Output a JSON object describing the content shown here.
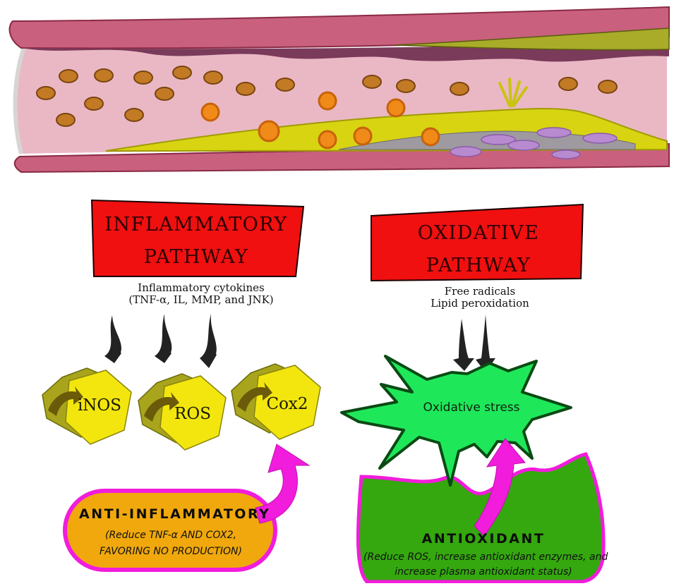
{
  "vessel": {
    "wall_color": "#c8607e",
    "lumen_color": "#eab8c4",
    "plaque_color": "#d8d412",
    "rbc_color": "#c27a24",
    "macrophage_color": "#f08a18",
    "foam_cell_color": "#b88ad0"
  },
  "inflammatory": {
    "title_line1": "INFLAMMATORY",
    "title_line2": "PATHWAY",
    "subtitle_line1": "Inflammatory  cytokines",
    "subtitle_line2": "(TNF-α, IL, MMP, and JNK)",
    "banner_color": "#f01010"
  },
  "oxidative": {
    "title_line1": "OXIDATIVE",
    "title_line2": "PATHWAY",
    "subtitle_line1": "Free radicals",
    "subtitle_line2": "Lipid peroxidation",
    "banner_color": "#f01010"
  },
  "nodes": {
    "inos": "iNOS",
    "ros": "ROS",
    "cox2": "Cox2",
    "color": "#f2e60e"
  },
  "stress": {
    "label": "Oxidative stress",
    "color": "#1ee85a"
  },
  "anti_inflammatory": {
    "title": "ANTI-INFLAMMATORY",
    "note_line1": "(Reduce TNF-α AND COX2,",
    "note_line2": "FAVORING NO PRODUCTION)",
    "color": "#f0a80c"
  },
  "antioxidant": {
    "title": "ANTIOXIDANT",
    "note_line1": "(Reduce ROS, increase antioxidant enzymes, and",
    "note_line2": "increase plasma antioxidant status)",
    "color": "#34a80e"
  },
  "accent_arrow_color": "#f21cdc",
  "dark_arrow_color": "#222222"
}
